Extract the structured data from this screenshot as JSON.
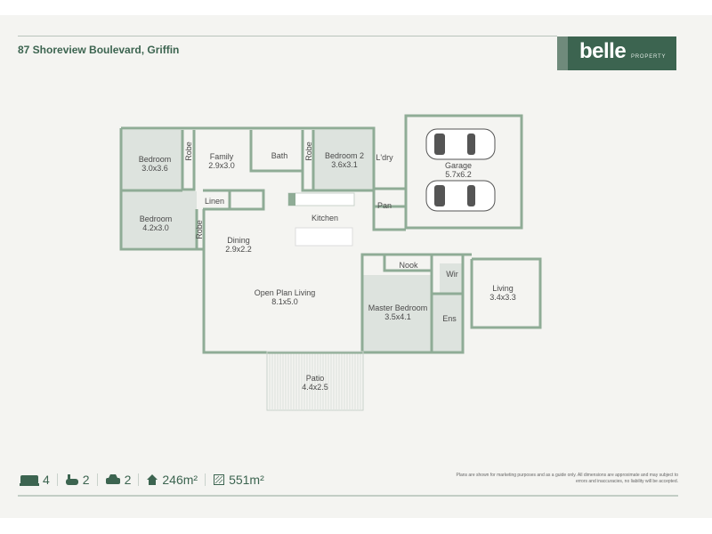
{
  "header": {
    "address": "87 Shoreview Boulevard, Griffin"
  },
  "logo": {
    "wordmark": "belle",
    "subtext": "PROPERTY"
  },
  "rooms": {
    "bedroom1": {
      "name": "Bedroom",
      "size": "3.0x3.6"
    },
    "robe1": "Robe",
    "family": {
      "name": "Family",
      "size": "2.9x3.0"
    },
    "bath": "Bath",
    "robe2": "Robe",
    "bedroom2": {
      "name": "Bedroom 2",
      "size": "3.6x3.1"
    },
    "laundry": "L'dry",
    "garage": {
      "name": "Garage",
      "size": "5.7x6.2"
    },
    "linen": "Linen",
    "pantry": "Pan",
    "kitchen": "Kitchen",
    "bedroom3": {
      "name": "Bedroom",
      "size": "4.2x3.0"
    },
    "robe3": "Robe",
    "dining": {
      "name": "Dining",
      "size": "2.9x2.2"
    },
    "nook": "Nook",
    "wir": "Wir",
    "living": {
      "name": "Living",
      "size": "3.4x3.3"
    },
    "open_plan": {
      "name": "Open Plan Living",
      "size": "8.1x5.0"
    },
    "master": {
      "name": "Master Bedroom",
      "size": "3.5x4.1"
    },
    "ensuite": "Ens",
    "patio": {
      "name": "Patio",
      "size": "4.4x2.5"
    }
  },
  "stats": {
    "bedrooms": "4",
    "bathrooms": "2",
    "car_spaces": "2",
    "house_area": "246m²",
    "land_area": "551m²"
  },
  "disclaimer": "Plans are shown for marketing purposes and as a guide only. All dimensions are approximate and may subject to errors and inaccuracies, no liability will be accepted.",
  "colors": {
    "brand": "#3c6450",
    "wall": "#8fac96",
    "room_shade": "#dde3de"
  }
}
